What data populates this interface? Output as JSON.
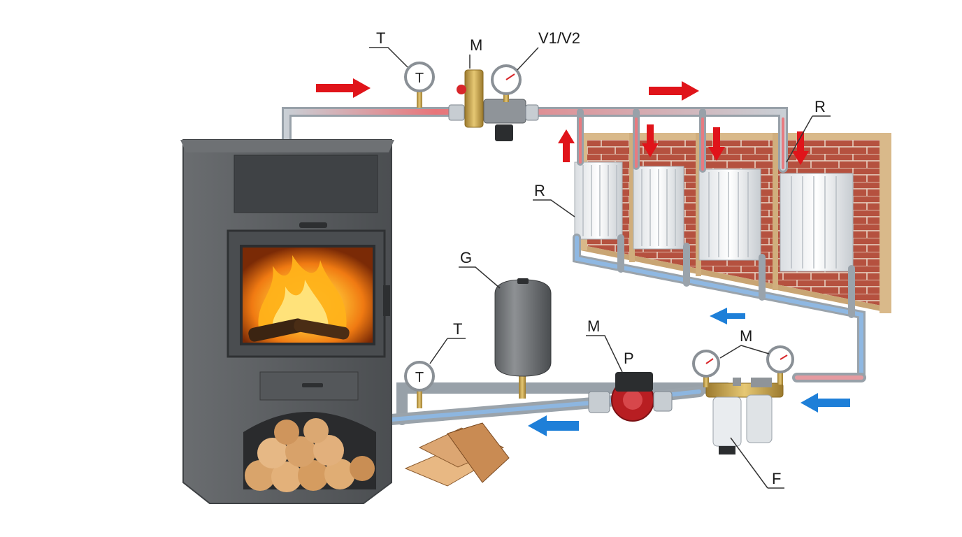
{
  "diagram": {
    "labels": {
      "thermometer_top": "T",
      "mixing_valve": "M",
      "valves": "V1/V2",
      "radiator_top": "R",
      "radiator_left": "R",
      "expansion_tank": "G",
      "thermometer_bottom": "T",
      "manometer_bottom": "M",
      "pump": "P",
      "filter": "F"
    },
    "gauge_glyphs": {
      "thermometer_top": "T",
      "thermometer_bottom": "T"
    },
    "colors": {
      "hot_flow": "#e0141a",
      "cold_flow": "#1e7fd8",
      "stove": "#5d6063",
      "brick": "#b5513f",
      "wood_frame": "#d9b98a",
      "pump": "#b81e22"
    }
  }
}
